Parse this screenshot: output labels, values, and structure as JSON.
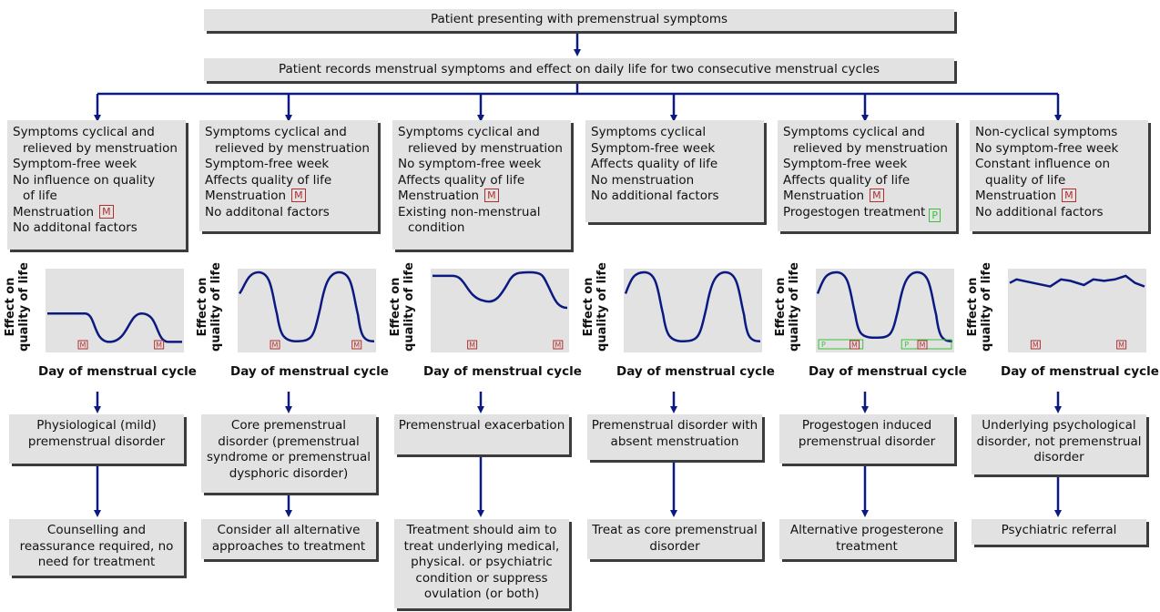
{
  "title_box": "Patient presenting with premenstrual symptoms",
  "record_box": "Patient records menstrual symptoms and effect on daily life for two consecutive menstrual cycles",
  "marker_m": "M",
  "marker_p": "P",
  "x_axis_label": "Day of menstrual cycle",
  "y_axis_label_line1": "Effect on",
  "y_axis_label_line2": "quality of life",
  "columns": [
    {
      "criteria": [
        "Symptoms cyclical and",
        " relieved by menstruation",
        "Symptom-free week",
        "No influence on quality",
        " of life",
        "Menstruation [M]",
        "No additonal factors"
      ],
      "diagnosis": "Physiological (mild) premenstrual disorder",
      "action": "Counselling and reassurance required, no need for treatment"
    },
    {
      "criteria": [
        "Symptoms cyclical and",
        " relieved by menstruation",
        "Symptom-free week",
        "Affects quality of life",
        "Menstruation [M]",
        "No additonal factors"
      ],
      "diagnosis": "Core premenstrual disorder (premenstrual syndrome or premenstrual dysphoric disorder)",
      "action": "Consider all alternative approaches to treatment"
    },
    {
      "criteria": [
        "Symptoms cyclical and",
        " relieved by menstruation",
        "No symptom-free week",
        "Affects quality of life",
        "Menstruation [M]",
        "Existing non-menstrual",
        " condition"
      ],
      "diagnosis": "Premenstrual exacerbation",
      "action": "Treatment should aim to treat underlying medical, physical. or psychiatric condition or suppress ovulation (or both)"
    },
    {
      "criteria": [
        "Symptoms cyclical",
        "Symptom-free week",
        "Affects quality of life",
        "No menstruation",
        "No additional factors"
      ],
      "diagnosis": "Premenstrual disorder with absent menstruation",
      "action": "Treat as core premenstrual disorder"
    },
    {
      "criteria": [
        "Symptoms cyclical and",
        " relieved by menstruation",
        "Symptom-free week",
        "Affects quality of life",
        "Menstruation [M]",
        "Progestogen treatment [P]"
      ],
      "diagnosis": "Progestogen induced premenstrual disorder",
      "action": "Alternative progesterone treatment"
    },
    {
      "criteria": [
        "Non-cyclical symptoms",
        "No symptom-free week",
        "Constant influence on",
        " quality of life",
        "Menstruation [M]",
        "No additional factors"
      ],
      "diagnosis": "Underlying psychological disorder, not premenstrual disorder",
      "action": "Psychiatric referral"
    }
  ],
  "colors": {
    "line": "#0b1a80",
    "box": "#e2e2e2",
    "shadow": "#3c3c3c",
    "m_marker": "#b03030",
    "p_marker": "#3cc03c"
  }
}
